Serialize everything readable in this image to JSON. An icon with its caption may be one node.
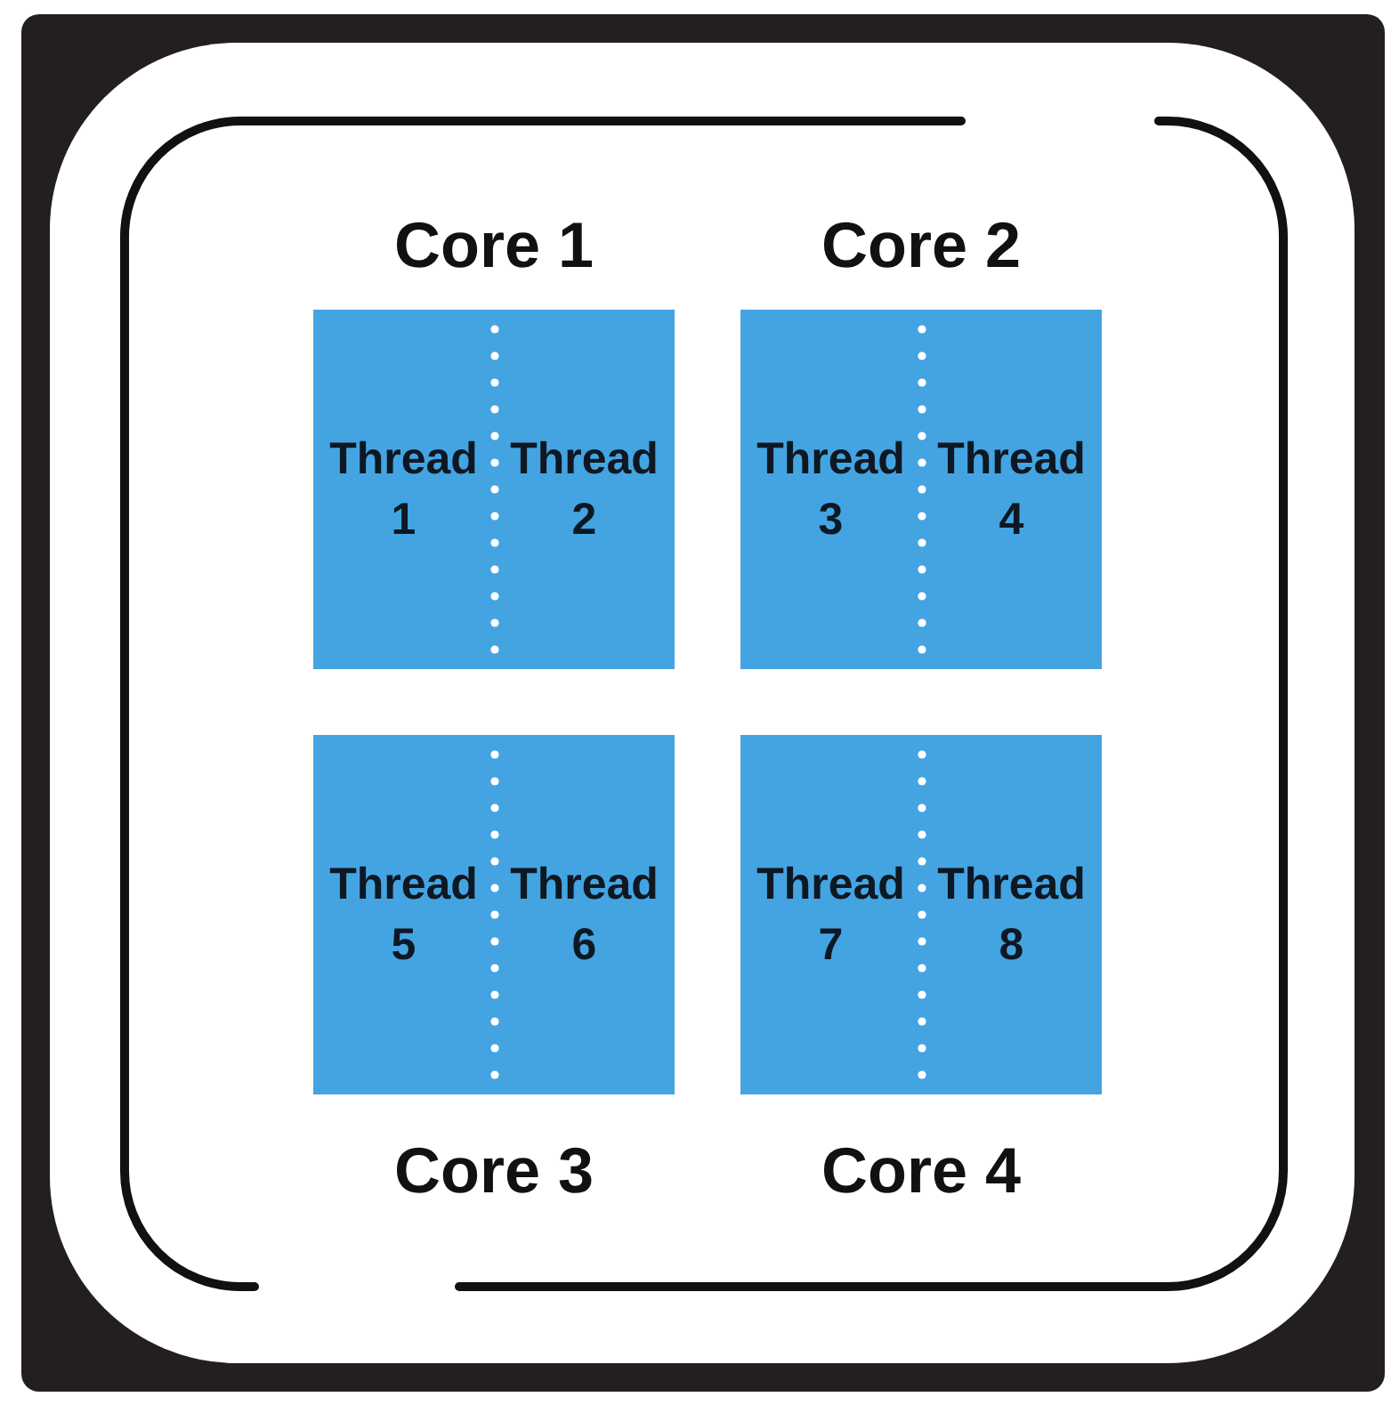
{
  "diagram": {
    "nodes": [
      {
        "text": [
          "Core 1"
        ]
      },
      {
        "text": [
          "Thread 1"
        ],
        "in": 0
      },
      {
        "text": [
          "Thread 2"
        ],
        "in": 0
      },
      {
        "text": [
          "Core 2"
        ]
      },
      {
        "text": [
          "Thread 3"
        ],
        "in": 3
      },
      {
        "text": [
          "Thread 4"
        ],
        "in": 3
      },
      {
        "text": [
          "Core 3"
        ]
      },
      {
        "text": [
          "Thread 5"
        ],
        "in": 6
      },
      {
        "text": [
          "Thread 6"
        ],
        "in": 6
      },
      {
        "text": [
          "Core 4"
        ]
      },
      {
        "text": [
          "Thread 7"
        ],
        "in": 9
      },
      {
        "text": [
          "Thread 8"
        ],
        "in": 9
      }
    ]
  }
}
